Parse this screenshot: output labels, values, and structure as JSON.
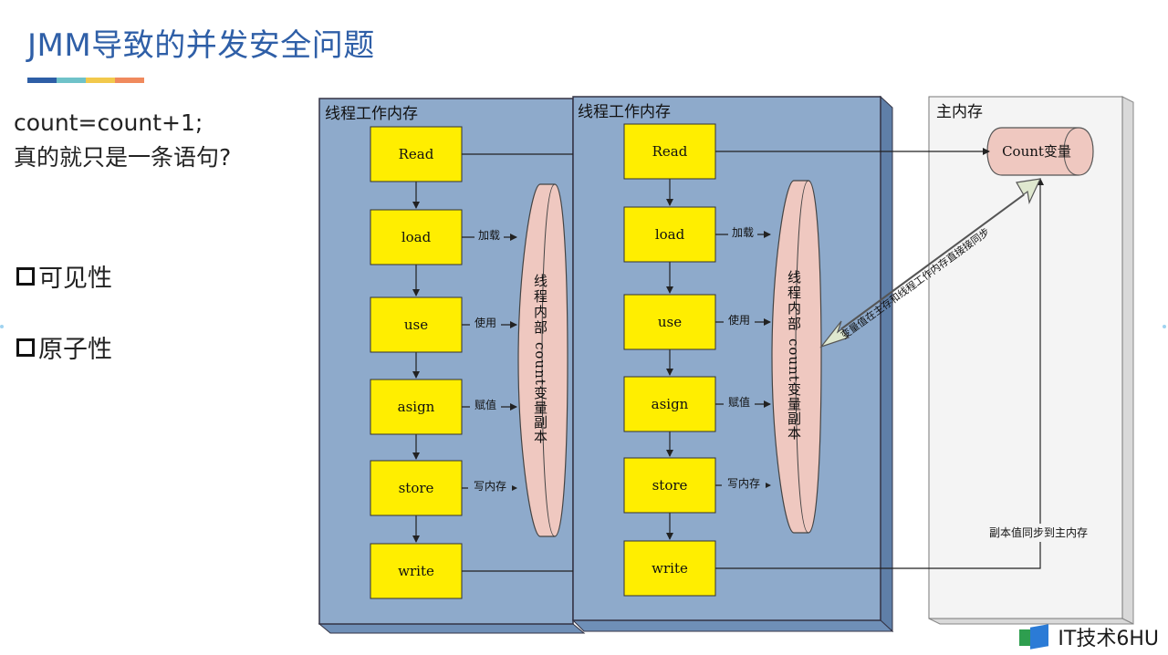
{
  "slide": {
    "title": "JMM导致的并发安全问题",
    "title_bar_colors": [
      "#2e5ea6",
      "#6fc2c9",
      "#f2c94c",
      "#f08a5d"
    ],
    "statement_line1": "count=count+1;",
    "statement_line2": "真的就只是一条语句?",
    "properties": [
      "可见性",
      "原子性"
    ]
  },
  "diagram": {
    "thread_panels": [
      {
        "label": "线程工作内存",
        "steps": [
          "Read",
          "load",
          "use",
          "asign",
          "store",
          "write"
        ],
        "step_labels": [
          "加载",
          "使用",
          "赋值",
          "写内存"
        ],
        "copy_label_a": "线程内部",
        "copy_label_b": "count变量副本"
      },
      {
        "label": "线程工作内存",
        "steps": [
          "Read",
          "load",
          "use",
          "asign",
          "store",
          "write"
        ],
        "step_labels": [
          "加载",
          "使用",
          "赋值",
          "写内存"
        ],
        "copy_label_a": "线程内部",
        "copy_label_b": "count变量副本"
      }
    ],
    "main_memory": {
      "label": "主内存",
      "variable": "Count变量",
      "sync_arrow_label": "变量值在主存和线程工作内存直接接同步",
      "sync_note": "副本值同步到主内存"
    },
    "colors": {
      "panel": "#8eaacb",
      "step_box": "#ffee00",
      "copy": "#efc8c0",
      "main_memory": "#f4f4f4",
      "sync_arrow": "#dfe8cf"
    }
  },
  "watermark": {
    "text": "IT技术6HU",
    "logo_colors": [
      "#2e9e4f",
      "#2b7bd6"
    ]
  }
}
